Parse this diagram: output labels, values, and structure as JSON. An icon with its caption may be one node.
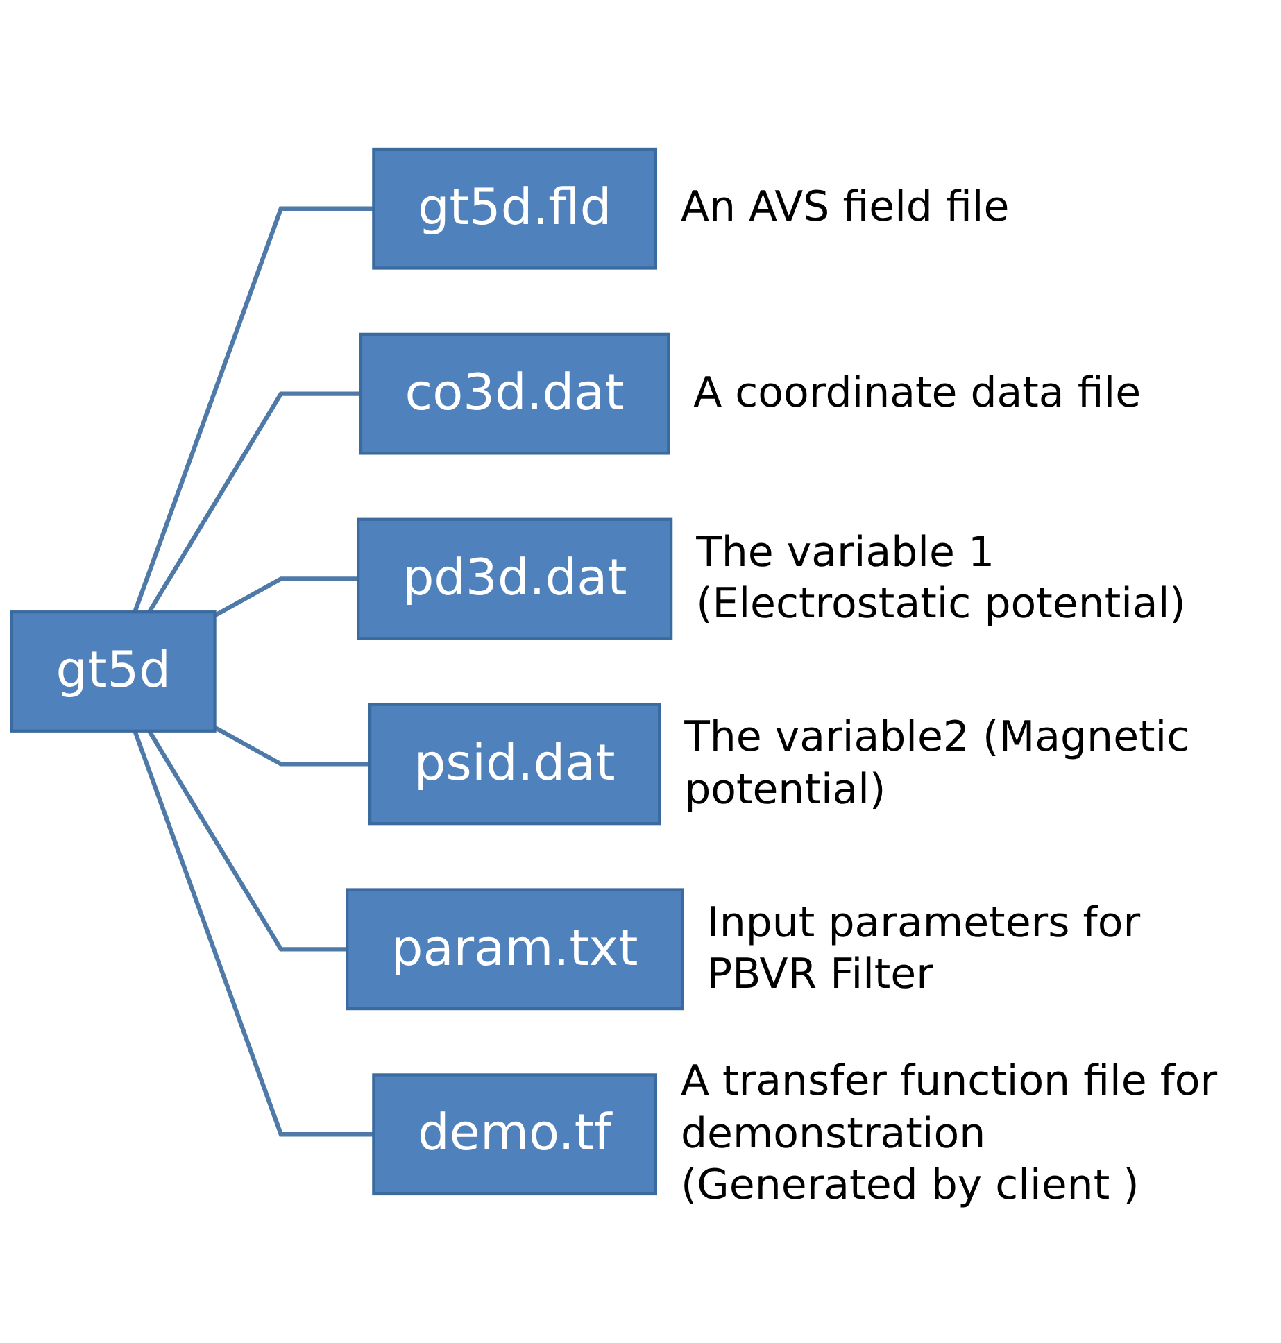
{
  "diagram": {
    "nodes": [
      {
        "text": [
          "gt5d"
        ]
      },
      {
        "text": [
          "gt5d.fld"
        ],
        "beside": [
          "An AVS field file"
        ]
      },
      {
        "text": [
          "co3d.dat"
        ],
        "beside": [
          "A coordinate data file"
        ]
      },
      {
        "text": [
          "pd3d.dat"
        ],
        "beside": [
          "The variable 1 (Electrostatic potential)"
        ]
      },
      {
        "text": [
          "psid.dat"
        ],
        "beside": [
          "The variable2 (Magnetic potential)"
        ]
      },
      {
        "text": [
          "param.txt"
        ],
        "beside": [
          "Input parameters for PBVR Filter"
        ]
      },
      {
        "text": [
          "demo.tf"
        ],
        "beside": [
          "A transfer function file for demonstration (Generated by client )"
        ]
      }
    ],
    "edges": [
      {
        "from": 0,
        "to": 1,
        "arrow": "none"
      },
      {
        "from": 0,
        "to": 2,
        "arrow": "none"
      },
      {
        "from": 0,
        "to": 3,
        "arrow": "none"
      },
      {
        "from": 0,
        "to": 4,
        "arrow": "none"
      },
      {
        "from": 0,
        "to": 5,
        "arrow": "none"
      },
      {
        "from": 0,
        "to": 6,
        "arrow": "none"
      }
    ]
  }
}
